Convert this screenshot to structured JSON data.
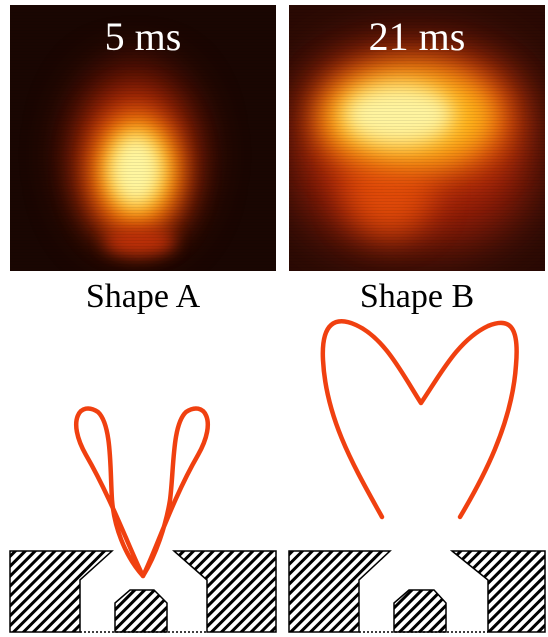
{
  "panels": [
    {
      "time": "5 ms",
      "shape": "Shape A"
    },
    {
      "time": "21 ms",
      "shape": "Shape B"
    }
  ],
  "colors": {
    "outline": "#f04010",
    "hatch": "#000000",
    "background": "#ffffff",
    "flame_core": "#fffbb0",
    "flame_mid": "#ffb010",
    "flame_outer": "#c02000",
    "dark_bg": "#1a0602"
  }
}
